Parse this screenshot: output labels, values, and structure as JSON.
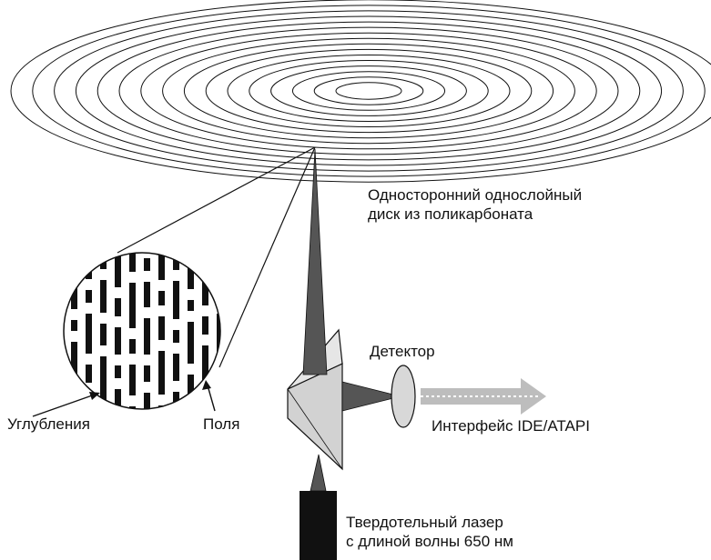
{
  "labels": {
    "disc_line1": "Односторонний однослойный",
    "disc_line2": "диск из поликарбоната",
    "detector": "Детектор",
    "interface": "Интерфейс IDE/ATAPI",
    "pits": "Углубления",
    "lands": "Поля",
    "laser_line1": "Твердотельный лазер",
    "laser_line2": "с длиной волны 650 нм"
  },
  "colors": {
    "ink": "#111111",
    "beam": "#555555",
    "prism": "#d2d2d2",
    "arrow": "#bdbdbd"
  }
}
